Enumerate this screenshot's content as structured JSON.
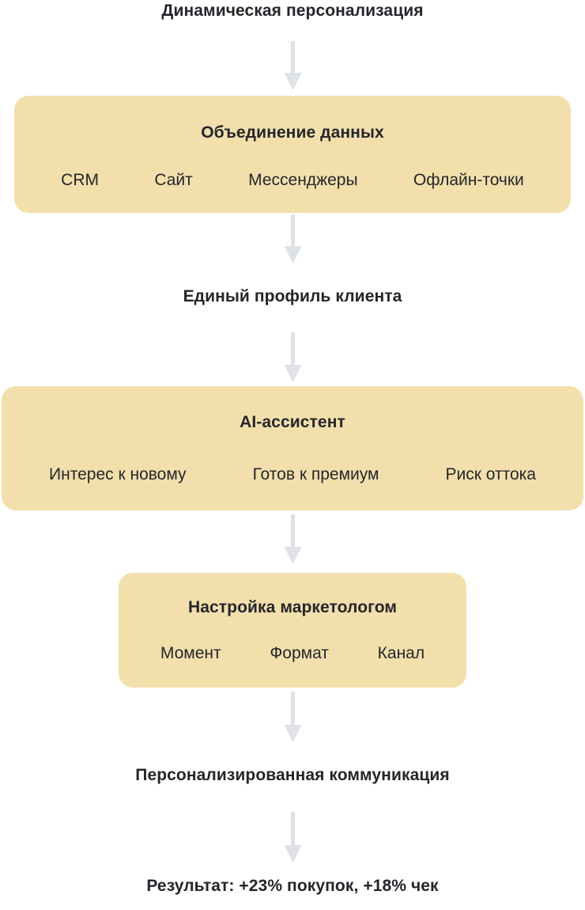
{
  "diagram": {
    "title": "Динамическая персонализация",
    "colors": {
      "box_fill": "#F2DFAC",
      "text": "#24262B",
      "arrow": "#DEE2E6",
      "background": "#FFFFFF"
    },
    "nodes": {
      "title_label": "Динамическая персонализация",
      "box_merge": {
        "heading": "Объединение данных",
        "items": [
          "CRM",
          "Сайт",
          "Мессенджеры",
          "Офлайн-точки"
        ]
      },
      "label_profile": "Единый профиль клиента",
      "box_ai": {
        "heading": "AI-ассистент",
        "items": [
          "Интерес к новому",
          "Готов к премиум",
          "Риск оттока"
        ]
      },
      "box_marketer": {
        "heading": "Настройка маркетологом",
        "items": [
          "Момент",
          "Формат",
          "Канал"
        ]
      },
      "label_communication": "Персонализированная коммуникация",
      "label_result": "Результат: +23% покупок, +18% чек"
    },
    "arrows": {
      "icon": "arrow-down-icon",
      "count": 6,
      "direction": "down"
    }
  }
}
